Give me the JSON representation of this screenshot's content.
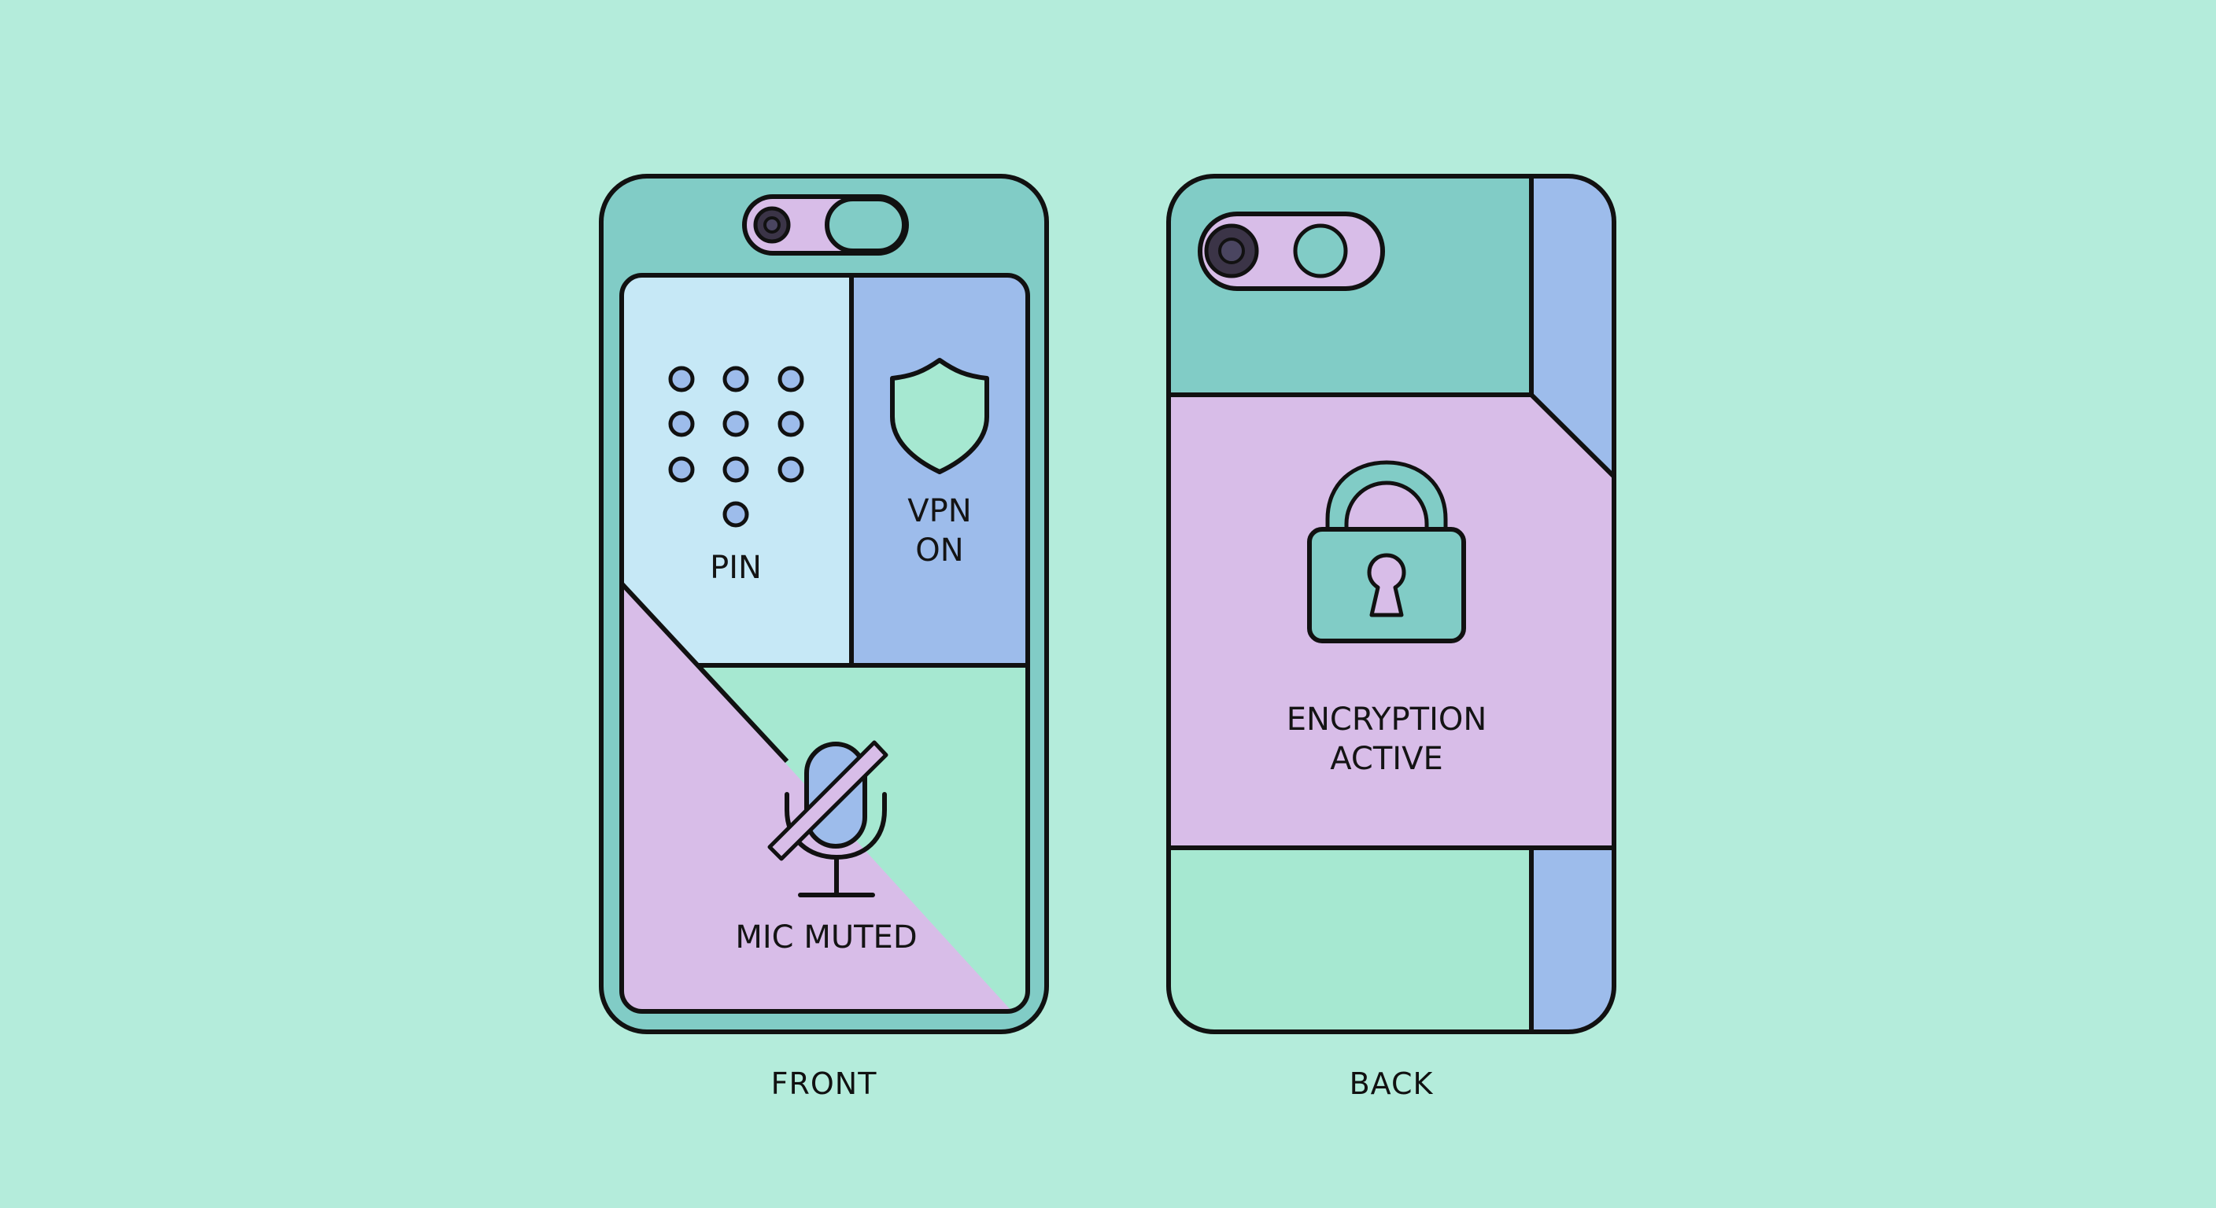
{
  "colors": {
    "background": "#b4ecdb",
    "teal": "#81ccc6",
    "lavender": "#d8bde8",
    "light_blue": "#c6e8f6",
    "periwinkle": "#9dbceb",
    "mint": "#a6e8d1",
    "outline": "#111111",
    "lens_dark": "#3b3447"
  },
  "front": {
    "caption": "FRONT",
    "panels": {
      "pin": {
        "label": "PIN",
        "icon": "keypad-dots-icon",
        "dot_count": 10
      },
      "vpn": {
        "line1": "VPN",
        "line2": "ON",
        "icon": "shield-icon"
      },
      "mic": {
        "label": "MIC MUTED",
        "icon": "microphone-muted-icon"
      }
    },
    "camera": {
      "icon": "front-camera-icon",
      "toggle": "privacy-shutter-toggle"
    }
  },
  "back": {
    "caption": "BACK",
    "panels": {
      "encryption": {
        "line1": "ENCRYPTION",
        "line2": "ACTIVE",
        "icon": "padlock-icon"
      }
    },
    "camera": {
      "icon": "rear-camera-module-icon"
    }
  }
}
